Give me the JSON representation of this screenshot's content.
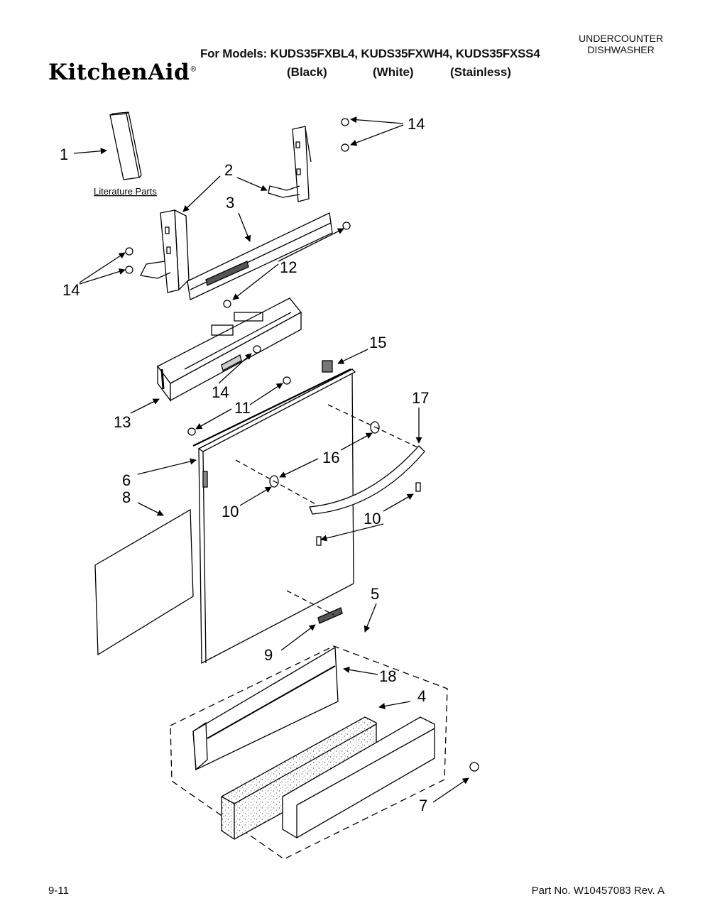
{
  "header": {
    "brand": "KitchenAid",
    "models_line": "For Models: KUDS35FXBL4, KUDS35FXWH4, KUDS35FXSS4",
    "variants": [
      "(Black)",
      "(White)",
      "(Stainless)"
    ],
    "category_line1": "UNDERCOUNTER",
    "category_line2": "DISHWASHER"
  },
  "diagram": {
    "literature_label": "Literature Parts",
    "callouts": [
      "1",
      "2",
      "3",
      "4",
      "5",
      "6",
      "7",
      "8",
      "9",
      "10",
      "10",
      "11",
      "12",
      "13",
      "14",
      "14",
      "14",
      "15",
      "16",
      "17",
      "18"
    ]
  },
  "footer": {
    "date": "9-11",
    "part_number": "Part No. W10457083 Rev. A"
  }
}
